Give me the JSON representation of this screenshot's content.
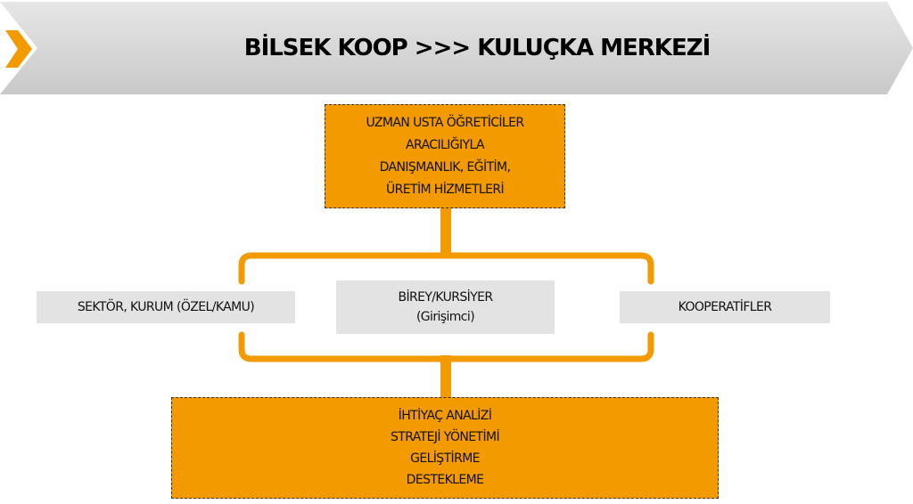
{
  "header": {
    "title": "BİLSEK KOOP >>> KULUÇKA MERKEZİ"
  },
  "top_box": {
    "lines": [
      "UZMAN USTA ÖĞRETİCİLER",
      "ARACILIĞIYLA",
      "DANIŞMANLIK, EĞİTİM,",
      "ÜRETİM HİZMETLERİ"
    ]
  },
  "middle_row": {
    "left": "SEKTÖR, KURUM (ÖZEL/KAMU)",
    "center": [
      "BİREY/KURSİYER",
      "(Girişimci)"
    ],
    "right": "KOOPERATİFLER"
  },
  "bottom_box": {
    "lines": [
      "İHTİYAÇ ANALİZİ",
      "STRATEJİ YÖNETİMİ",
      "GELİŞTİRME",
      "DESTEKLEME"
    ]
  },
  "colors": {
    "accent_orange": "#f29a00",
    "banner_gray": "#d6d6d6",
    "box_gray": "#e3e3e3"
  }
}
